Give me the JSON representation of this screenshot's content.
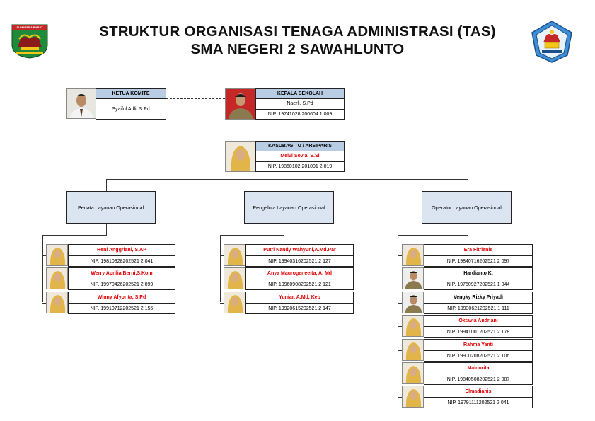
{
  "title": {
    "line1": "STRUKTUR  ORGANISASI TENAGA ADMINISTRASI (TAS)",
    "line2": "SMA NEGERI 2 SAWAHLUNTO"
  },
  "logo_left": {
    "text": "SUMATERA BARAT"
  },
  "komite": {
    "role": "KETUA KOMITE",
    "name": "Syaiful Adli, S.Pd"
  },
  "kepsek": {
    "role": "KEPALA SEKOLAH",
    "name": "Naerli, S.Pd",
    "nip": "NIP. 19741028 200604 1 009"
  },
  "kasubag": {
    "role": "KASUBAG TU / ARSIPARIS",
    "name": "Melvi Sovia, S.Si",
    "nip": "NIP. 19860102 201001 2 019"
  },
  "categories": [
    {
      "label": "Penata Layanan Operasional"
    },
    {
      "label": "Pengelola Layanan Operasional"
    },
    {
      "label": "Operator Layanan Operasional"
    }
  ],
  "col1": [
    {
      "name": "Reni Anggriani, S.AP",
      "nip": "NIP. 19810328202521 2 041"
    },
    {
      "name": "Werry Aprilia Berni,S.Kom",
      "nip": "NIP. 19970426202521 2 099"
    },
    {
      "name": "Winny Afyorita, S.Pd",
      "nip": "NIP. 19910712202521 2 156"
    }
  ],
  "col2": [
    {
      "name": "Putri Nandy Wahyuni,A.Md.Par",
      "nip": "NIP. 19940316202521 2 127"
    },
    {
      "name": "Anya Maurogeneeita, A. Md",
      "nip": "NIP. 19960908202521 2 121"
    },
    {
      "name": "Yuniar, A.Md, Keb",
      "nip": "NIP. 19920615202521 2 147"
    }
  ],
  "col3": [
    {
      "name": "Era Fitrianis",
      "nip": "NIP. 19840716202521 2 097"
    },
    {
      "name": "Hardianto K.",
      "nip": "NIP. 19750927202521 1 044"
    },
    {
      "name": "Vengky Rizky Priyadi",
      "nip": "NIP. 19930621202521 1 111"
    },
    {
      "name": "Oktavia Andriani",
      "nip": "NIP. 19941001202521 2 178"
    },
    {
      "name": "Rahma Yanti",
      "nip": "NIP. 19900208202521 2 106"
    },
    {
      "name": "Mainorita",
      "nip": "NIP. 19840508202521 2 087"
    },
    {
      "name": "Elmadianis",
      "nip": "NIP. 19791111202521 2 041"
    }
  ],
  "colors": {
    "header_fill": "#b8cce4",
    "category_fill": "#dbe5f1",
    "name_red": "#e00000"
  }
}
